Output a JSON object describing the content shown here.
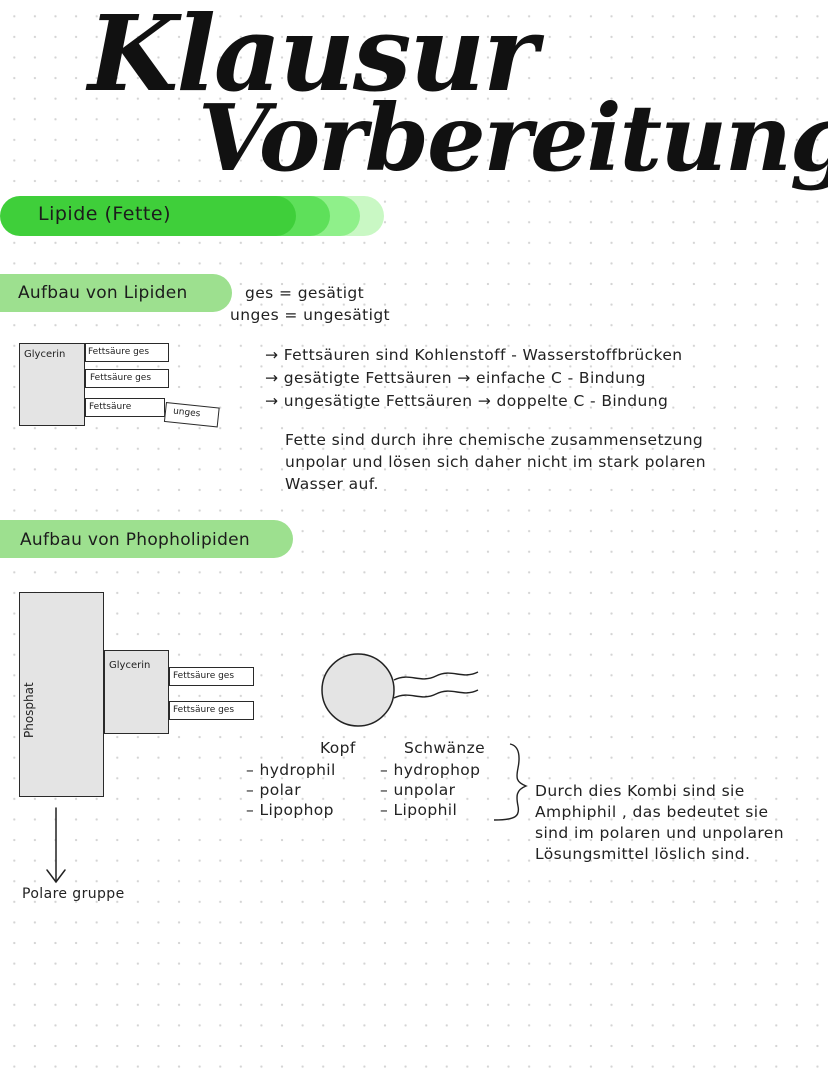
{
  "title": {
    "line1": "Klausur",
    "line2": "Vorbereitung"
  },
  "topic": {
    "label": "Lipide (Fette)"
  },
  "section1": {
    "heading": "Aufbau von Lipiden",
    "legend": [
      "ges = gesätigt",
      "unges = ungesätigt"
    ],
    "diagram": {
      "glycerin": "Glycerin",
      "chains": [
        "Fettsäure ges",
        "Fettsäure ges",
        "Fettsäure"
      ],
      "unges_tag": "unges"
    },
    "bullets": [
      "→ Fettsäuren sind Kohlenstoff - Wasserstoffbrücken",
      "→ gesätigte Fettsäuren → einfache C - Bindung",
      "→ ungesätigte Fettsäuren → doppelte C - Bindung"
    ],
    "paragraph": [
      "Fette sind durch ihre chemische zusammensetzung",
      "unpolar und lösen sich daher nicht im stark polaren",
      "Wasser auf."
    ]
  },
  "section2": {
    "heading": "Aufbau von Phopholipiden",
    "diagram": {
      "phosphat": "Phosphat",
      "glycerin": "Glycerin",
      "chains": [
        "Fettsäure ges",
        "Fettsäure ges"
      ],
      "arrow_label": "Polare gruppe"
    },
    "head_col": {
      "title": "Kopf",
      "items": [
        "– hydrophil",
        "– polar",
        "– Lipophop"
      ]
    },
    "tail_col": {
      "title": "Schwänze",
      "items": [
        "– hydrophop",
        "– unpolar",
        "– Lipophil"
      ]
    },
    "conclusion": [
      "Durch dies Kombi sind sie",
      "Amphiphil , das bedeutet sie",
      "sind im polaren und unpolaren",
      "Lösungsmittel löslich sind."
    ]
  },
  "colors": {
    "green_dark": "#3fcf3a",
    "green_light": "#9de08f",
    "box_fill": "#e4e4e4"
  }
}
